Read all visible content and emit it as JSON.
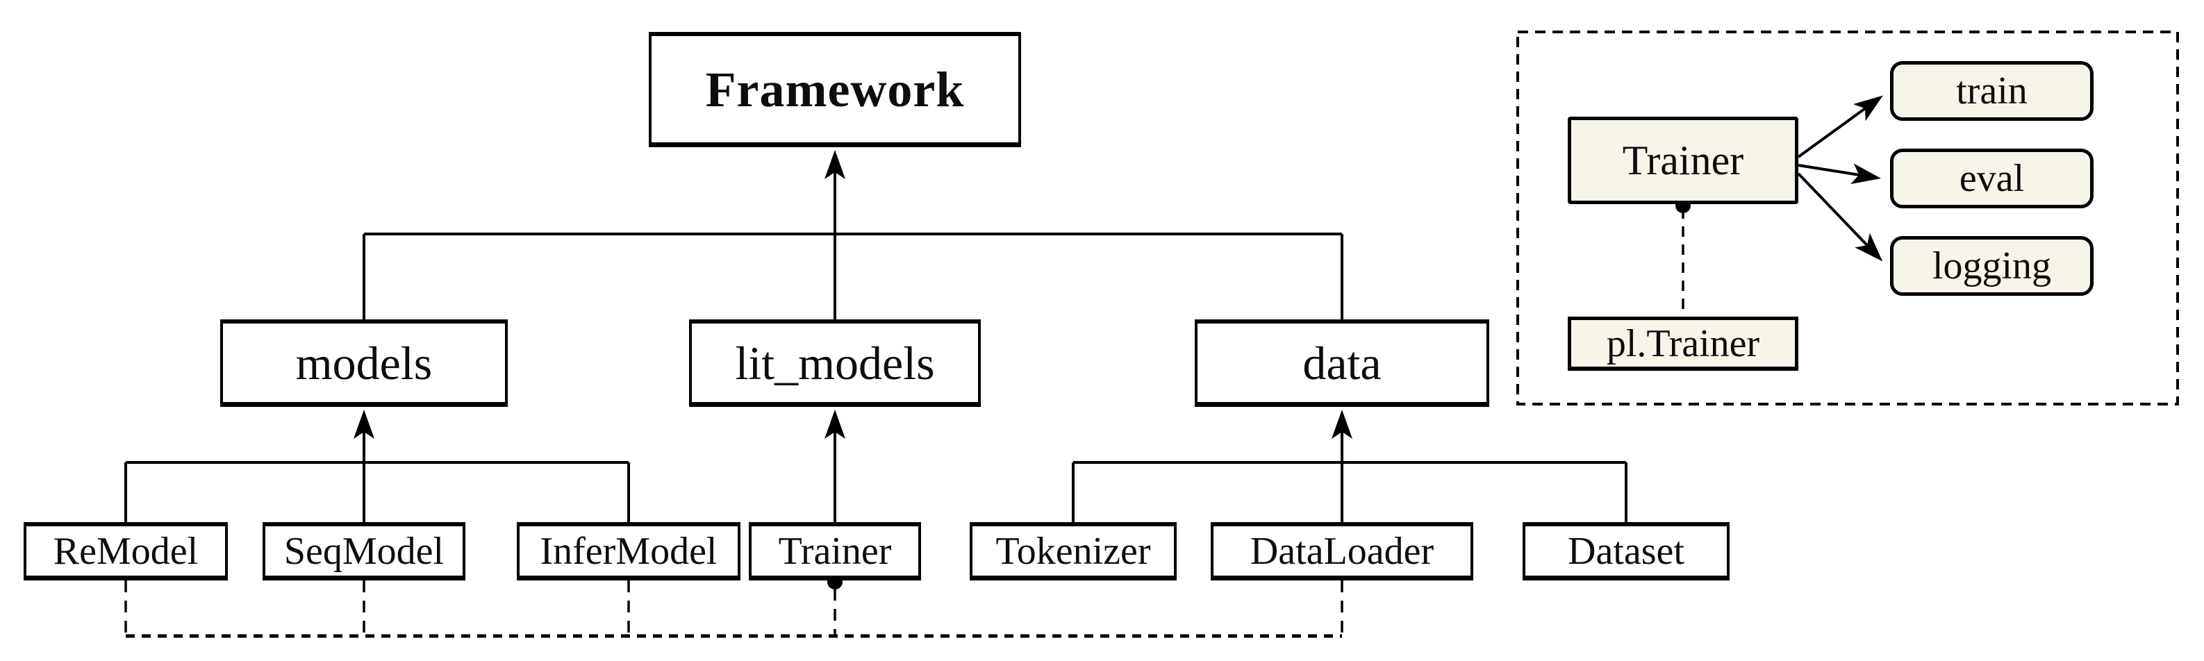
{
  "diagram": {
    "title_node": {
      "label": "Framework"
    },
    "packages": [
      {
        "label": "models"
      },
      {
        "label": "lit_models"
      },
      {
        "label": "data"
      }
    ],
    "classes": [
      {
        "label": "ReModel"
      },
      {
        "label": "SeqModel"
      },
      {
        "label": "InferModel"
      },
      {
        "label": "Trainer"
      },
      {
        "label": "Tokenizer"
      },
      {
        "label": "DataLoader"
      },
      {
        "label": "Dataset"
      }
    ],
    "inset": {
      "trainer": {
        "label": "Trainer"
      },
      "methods": [
        {
          "label": "train"
        },
        {
          "label": "eval"
        },
        {
          "label": "logging"
        }
      ],
      "base": {
        "label": "pl.Trainer"
      }
    },
    "colors": {
      "background": "#ffffff",
      "line": "#000000",
      "node_fill": "#ffffff",
      "accent_fill": "#f9f4e9"
    }
  }
}
